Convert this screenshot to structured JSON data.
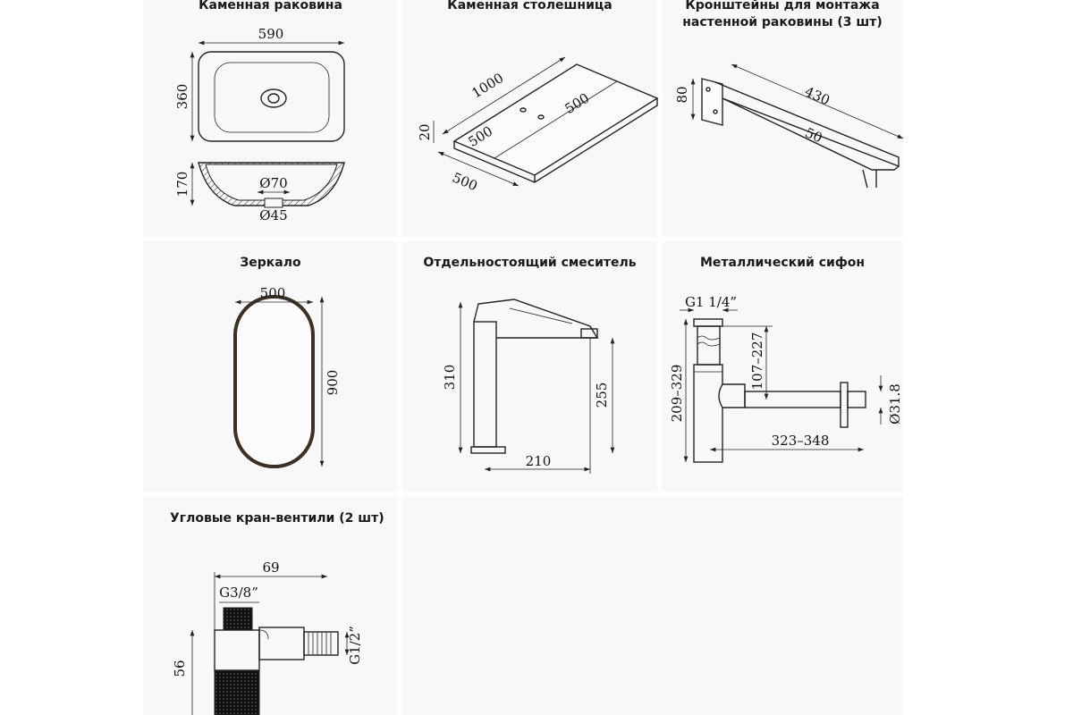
{
  "panels": [
    {
      "title": "Каменная раковина",
      "dims": {
        "width": "590",
        "depth": "360",
        "height": "170",
        "outer_drain": "Ø70",
        "inner_drain": "Ø45"
      }
    },
    {
      "title": "Каменная столешница",
      "dims": {
        "length": "1000",
        "thickness": "20",
        "depth": "500",
        "half_a": "500",
        "half_b": "500"
      }
    },
    {
      "title_line1": "Кронштейны для монтажа",
      "title_line2": "настенной раковины (3 шт)",
      "dims": {
        "length": "430",
        "height": "80",
        "width": "50"
      }
    },
    {
      "title": "Зеркало",
      "dims": {
        "width": "500",
        "height": "900"
      }
    },
    {
      "title": "Отдельностоящий смеситель",
      "dims": {
        "height": "310",
        "spout_height": "255",
        "spout_length": "210"
      }
    },
    {
      "title": "Металлический сифон",
      "dims": {
        "thread": "G1 1/4”",
        "total_height": "209–329",
        "adjust_height": "107–227",
        "length": "323–348",
        "diameter": "Ø31.8"
      }
    },
    {
      "title": "Угловые кран-вентили (2 шт)",
      "dims": {
        "length": "69",
        "inlet": "G3/8”",
        "height": "56",
        "outlet": "G1/2”"
      }
    }
  ]
}
